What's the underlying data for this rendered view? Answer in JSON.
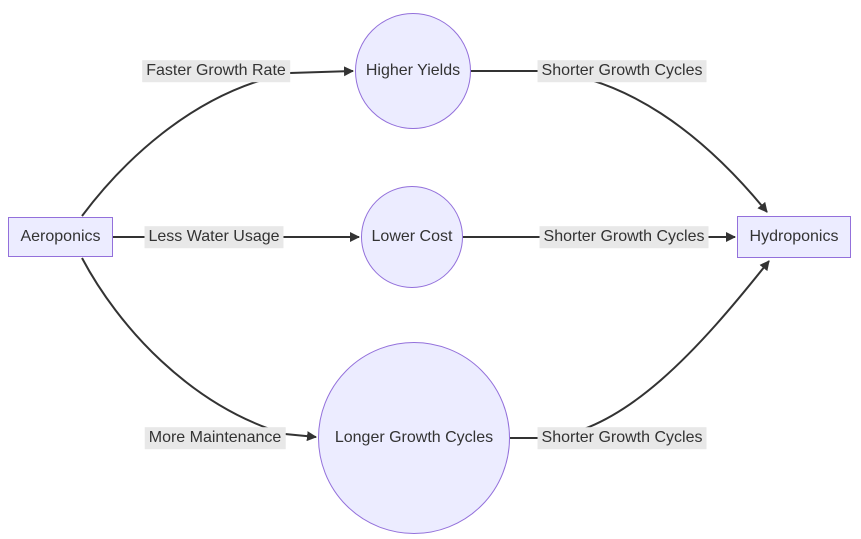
{
  "diagram": {
    "kind": "flowchart-left-right",
    "colors": {
      "canvas_background": "#ffffff",
      "node_fill": "#ECECFF",
      "node_border": "#9370DB",
      "node_text": "#333333",
      "edge_stroke": "#333333",
      "edge_label_background": "#e8e8e8",
      "edge_label_text": "#333333"
    },
    "nodes": [
      {
        "id": "aeroponics",
        "label": "Aeroponics",
        "shape": "rectangle"
      },
      {
        "id": "higher-yields",
        "label": "Higher Yields",
        "shape": "circle"
      },
      {
        "id": "lower-cost",
        "label": "Lower Cost",
        "shape": "circle"
      },
      {
        "id": "longer-growth-cycles",
        "label": "Longer Growth Cycles",
        "shape": "circle"
      },
      {
        "id": "hydroponics",
        "label": "Hydroponics",
        "shape": "rectangle"
      }
    ],
    "edges": [
      {
        "from": "Aeroponics",
        "label": "Faster Growth Rate",
        "to": "Higher Yields"
      },
      {
        "from": "Aeroponics",
        "label": "Less Water Usage",
        "to": "Lower Cost"
      },
      {
        "from": "Aeroponics",
        "label": "More Maintenance",
        "to": "Longer Growth Cycles"
      },
      {
        "from": "Higher Yields",
        "label": "Shorter Growth Cycles",
        "to": "Hydroponics"
      },
      {
        "from": "Lower Cost",
        "label": "Shorter Growth Cycles",
        "to": "Hydroponics"
      },
      {
        "from": "Longer Growth Cycles",
        "label": "Shorter Growth Cycles",
        "to": "Hydroponics"
      }
    ]
  }
}
